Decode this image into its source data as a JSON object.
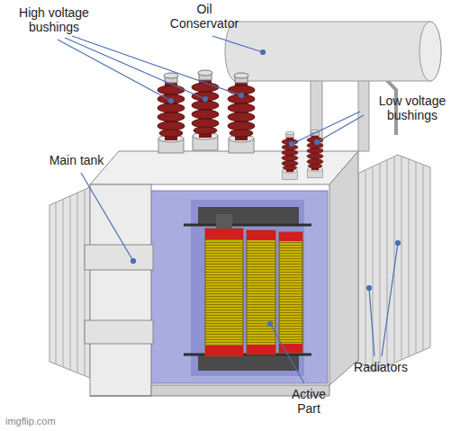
{
  "diagram": {
    "labels": [
      "High voltage bushings",
      "Oil Conservator",
      "Low voltage bushings",
      "Main tank",
      "Radiators",
      "Active Part",
      "imgflip.com"
    ]
  }
}
